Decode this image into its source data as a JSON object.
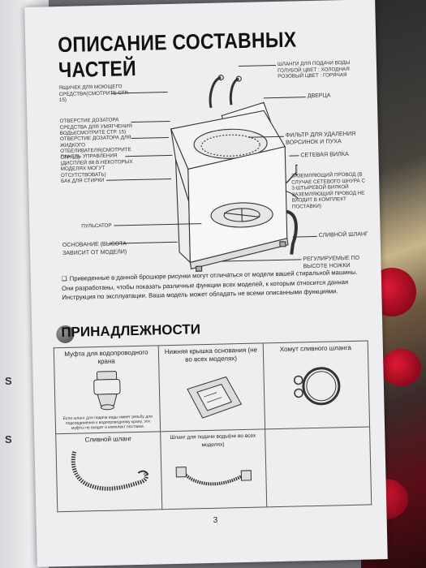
{
  "page": {
    "title": "ОПИСАНИЕ СОСТАВНЫХ ЧАСТЕЙ",
    "page_number": "3"
  },
  "parts_labels": {
    "left": [
      "ЯЩИЧЕК ДЛЯ МОЮЩЕГО СРЕДСТВА(Смотрите стр. 15)",
      "ОТВЕРСТИЕ ДОЗАТОРА СРЕДСТВА ДЛЯ УМЯГЧЕНИЯ ВОДЫ(Смотрите стр. 15)",
      "ОТВЕРСТИЕ ДОЗАТОРА ДЛЯ ЖИДКОГО ОТБЕЛИВАТЕЛЯ(Смотрите стр. 15)",
      "ПАНЕЛЬ УПРАВЛЕНИЯ (Дисплей 88 в некоторых моделях могут отсутствовать)",
      "БАК ДЛЯ СТИРКИ",
      "ПУЛЬСАТОР",
      "ОСНОВАНИЕ (Высота зависит от модели)"
    ],
    "right": [
      "ШЛАНГИ ДЛЯ ПОДАЧИ ВОДЫ Голубой цвет : Холодная Розовый цвет : Горячая",
      "ДВЕРЦА",
      "ФИЛЬТР ДЛЯ УДАЛЕНИЯ ВОРСИНОК И ПУХА",
      "СЕТЕВАЯ ВИЛКА",
      "ЗАЗЕМЛЯЮЩИЙ ПРОВОД (В случае сетевого шнура с 3-штыревой вилкой заземляющий провод не входит в комплект поставки)",
      "СЛИВНОЙ ШЛАНГ",
      "РЕГУЛИРУЕМЫЕ ПО ВЫСОТЕ НОЖКИ"
    ]
  },
  "note": {
    "mark": "❏",
    "text": "Приведенные в данной брошюре рисунки могут отличаться от модели вашей стиральной машины. Они разработаны, чтобы показать различные функции всех моделей, к которым относится данная Инструкция по эксплуатации. Ваша модель может обладать не всеми описанными функциями."
  },
  "accessories": {
    "title": "ПРИНАДЛЕЖНОСТИ",
    "items": [
      {
        "label": "Муфта для водопроводного крана",
        "note": "Если шланг для подачи воды имеет резьбу для подсоединения к водопроводному крану, эти муфты не входят в комплект поставки.",
        "icon": "faucet-coupling-icon"
      },
      {
        "label": "Нижняя крышка основания (не во всех моделях)",
        "icon": "base-cover-icon"
      },
      {
        "label": "Хомут сливного шланга",
        "icon": "hose-clamp-icon"
      },
      {
        "label": "Сливной шланг",
        "icon": "drain-hose-icon"
      },
      {
        "label": "Шланг для подачи воды(не во всех моделях)",
        "icon": "inlet-hose-icon"
      },
      {
        "label": "",
        "icon": ""
      }
    ]
  },
  "margin_glyphs": [
    "S",
    "S"
  ]
}
